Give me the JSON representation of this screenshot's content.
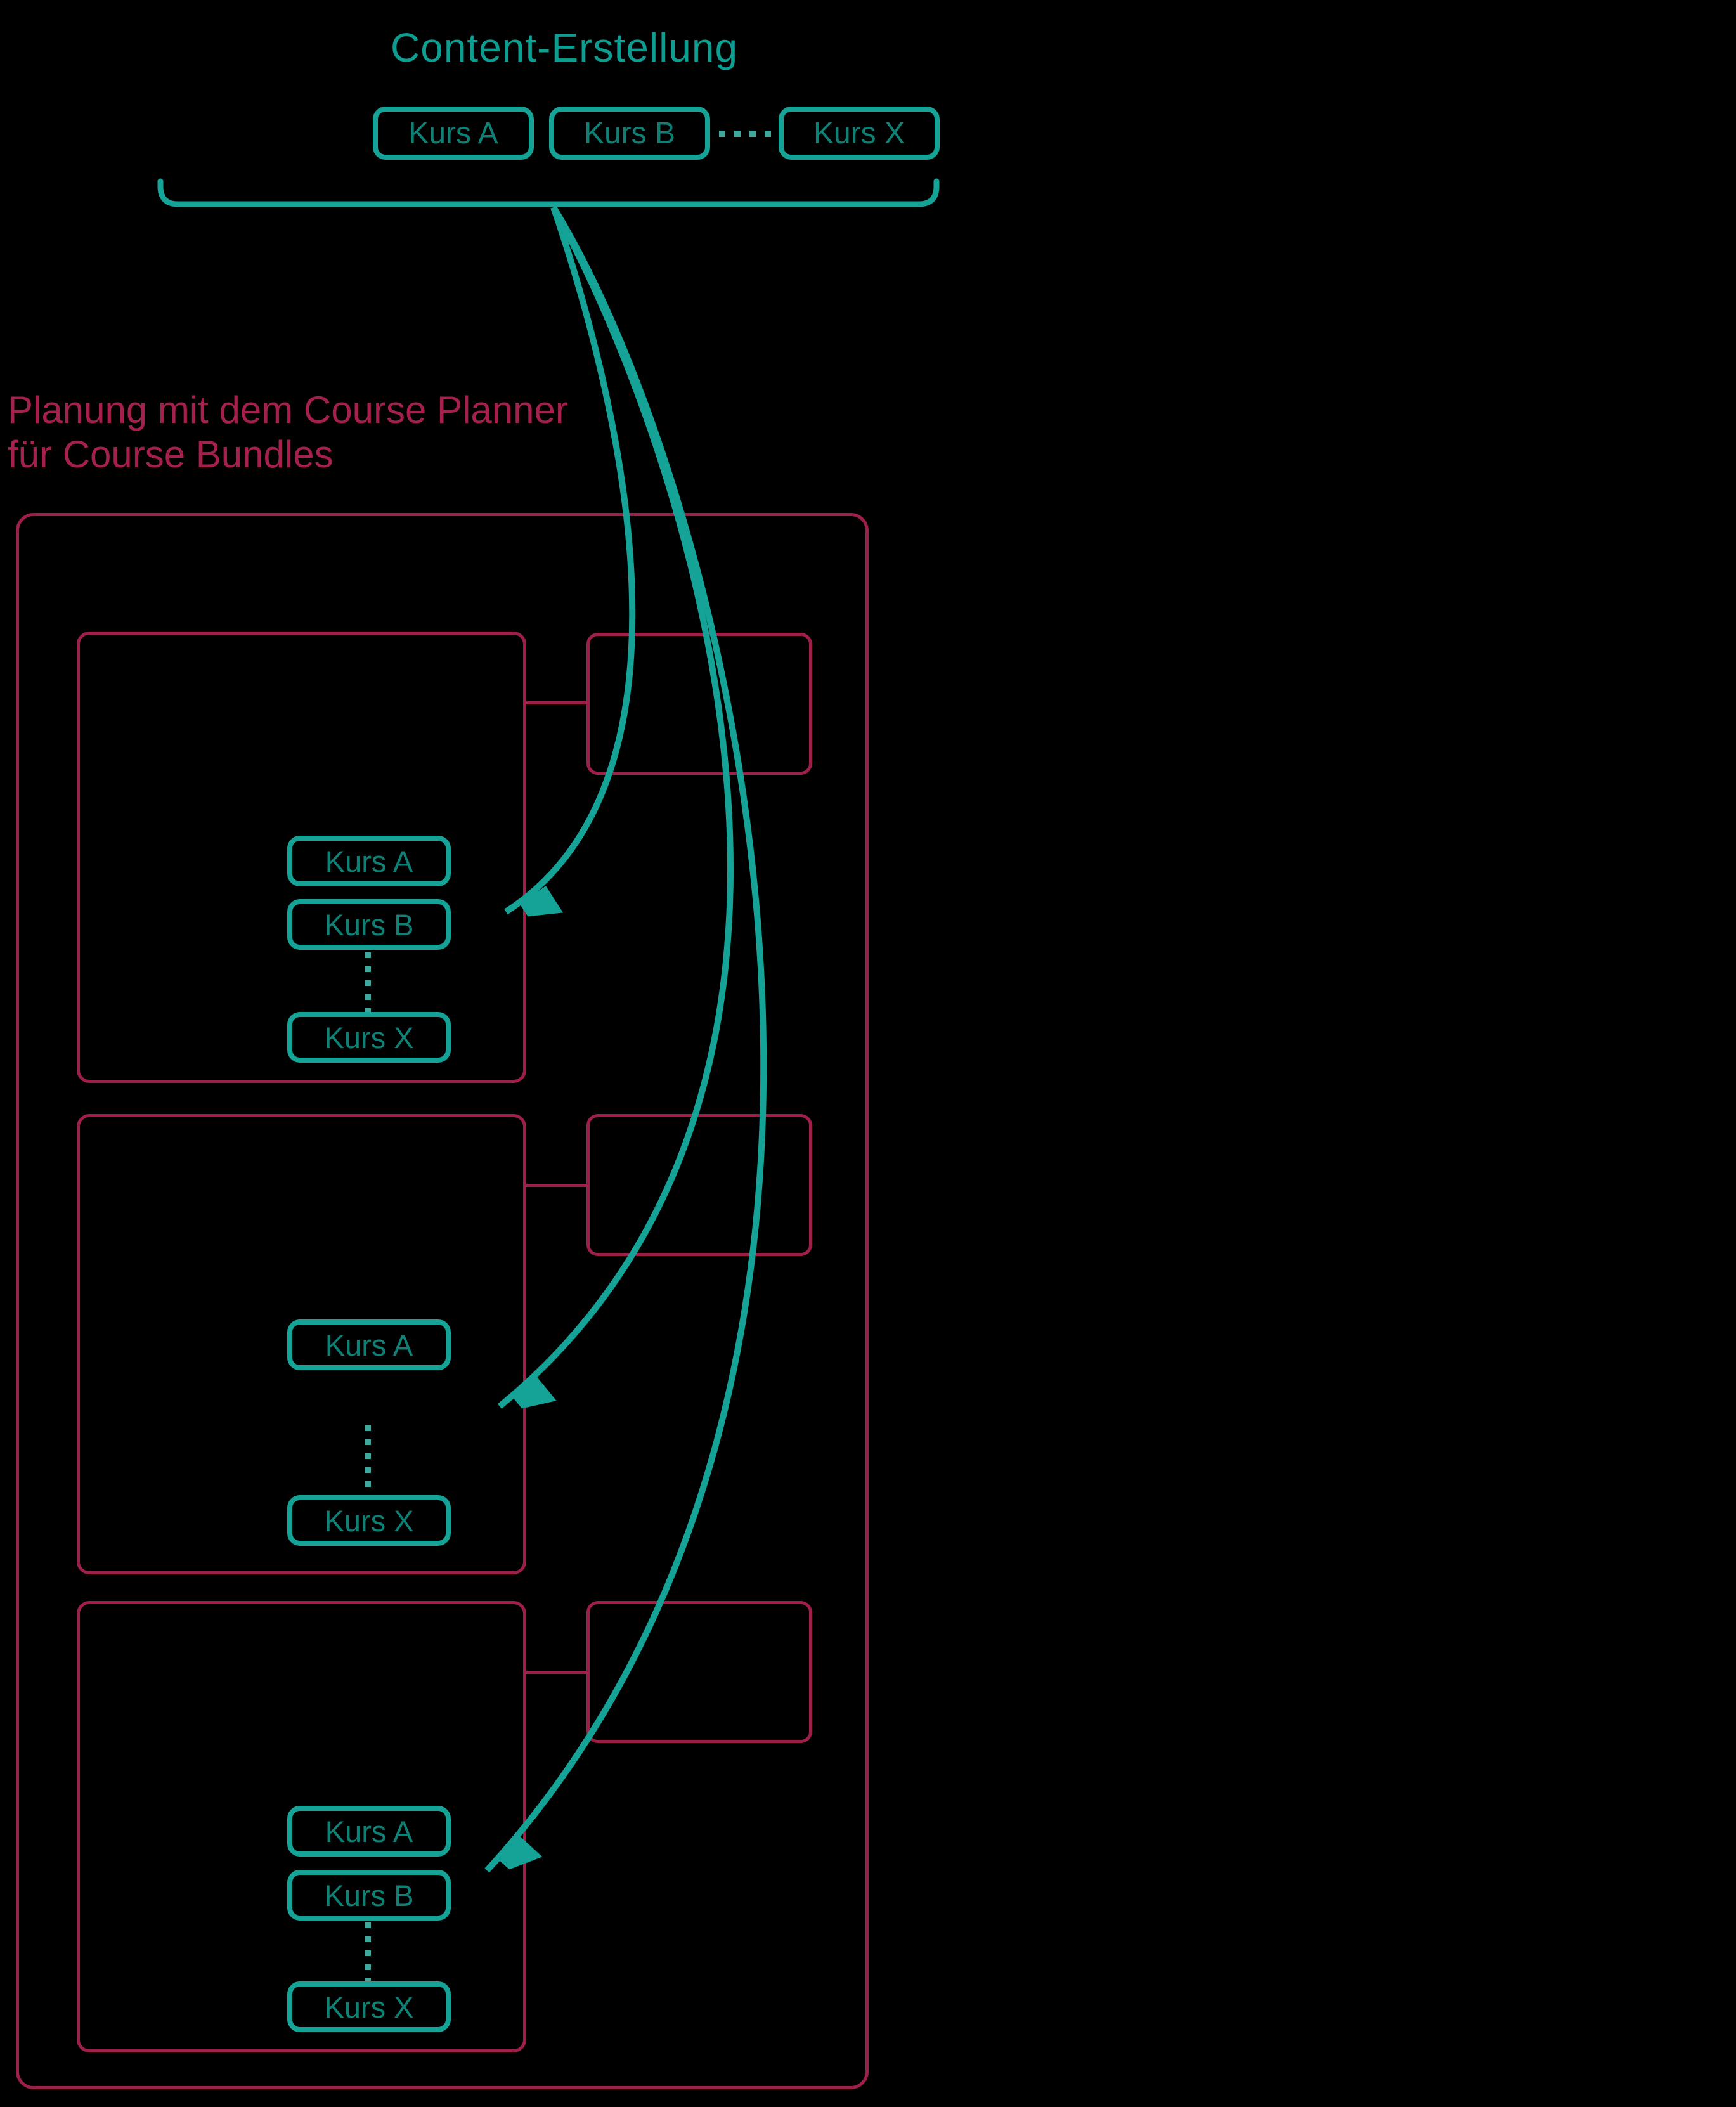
{
  "colors": {
    "background": "#000000",
    "teal_line": "#14a396",
    "teal_title_text": "#0d9e92",
    "teal_chip_text": "#0e8176",
    "teal_dots": "#3fa89c",
    "crimson_border": "#9e2048",
    "crimson_text": "#a5204e"
  },
  "content_creation": {
    "title": "Content-Erstellung",
    "courses": [
      "Kurs A",
      "Kurs B",
      "Kurs X"
    ]
  },
  "planning": {
    "title_line1": "Planung mit dem Course Planner",
    "title_line2": "für Course Bundles",
    "bundles": [
      {
        "courses": [
          "Kurs A",
          "Kurs B",
          "Kurs X"
        ]
      },
      {
        "courses": [
          "Kurs A",
          "Kurs X"
        ]
      },
      {
        "courses": [
          "Kurs A",
          "Kurs B",
          "Kurs X"
        ]
      }
    ]
  }
}
